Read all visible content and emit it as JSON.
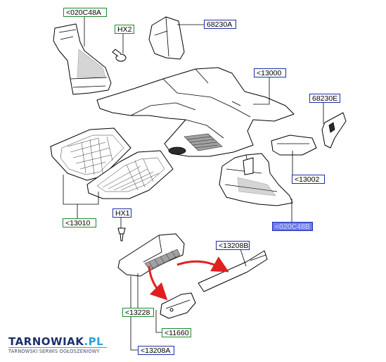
{
  "callouts": {
    "top_left_part": "<020C48A",
    "clip_hx2": "HX2",
    "top_right_part": "68230A",
    "floor_mat": "<13000",
    "right_trim": "68230E",
    "small_pad": "<13002",
    "right_selected": "<020C48B",
    "front_mats": "<13010",
    "clip_hx1": "HX1",
    "sill_right": "<13208B",
    "step_cover": "<13228",
    "bracket": "<11660",
    "sill_left": "<13208A"
  },
  "logo": {
    "name_main": "TARNOWIAK",
    "name_domain": ".PL",
    "tagline": "TARNOWSKI SERWIS OGŁOSZENIOWY"
  },
  "colors": {
    "callout_border_blue": "#1c2fa8",
    "callout_border_green": "#1d8a2a",
    "callout_selected_fill": "#6e79f2",
    "arrow_red": "#e02020",
    "logo_blue": "#1c2f6e",
    "logo_accent": "#2aa3e0"
  }
}
